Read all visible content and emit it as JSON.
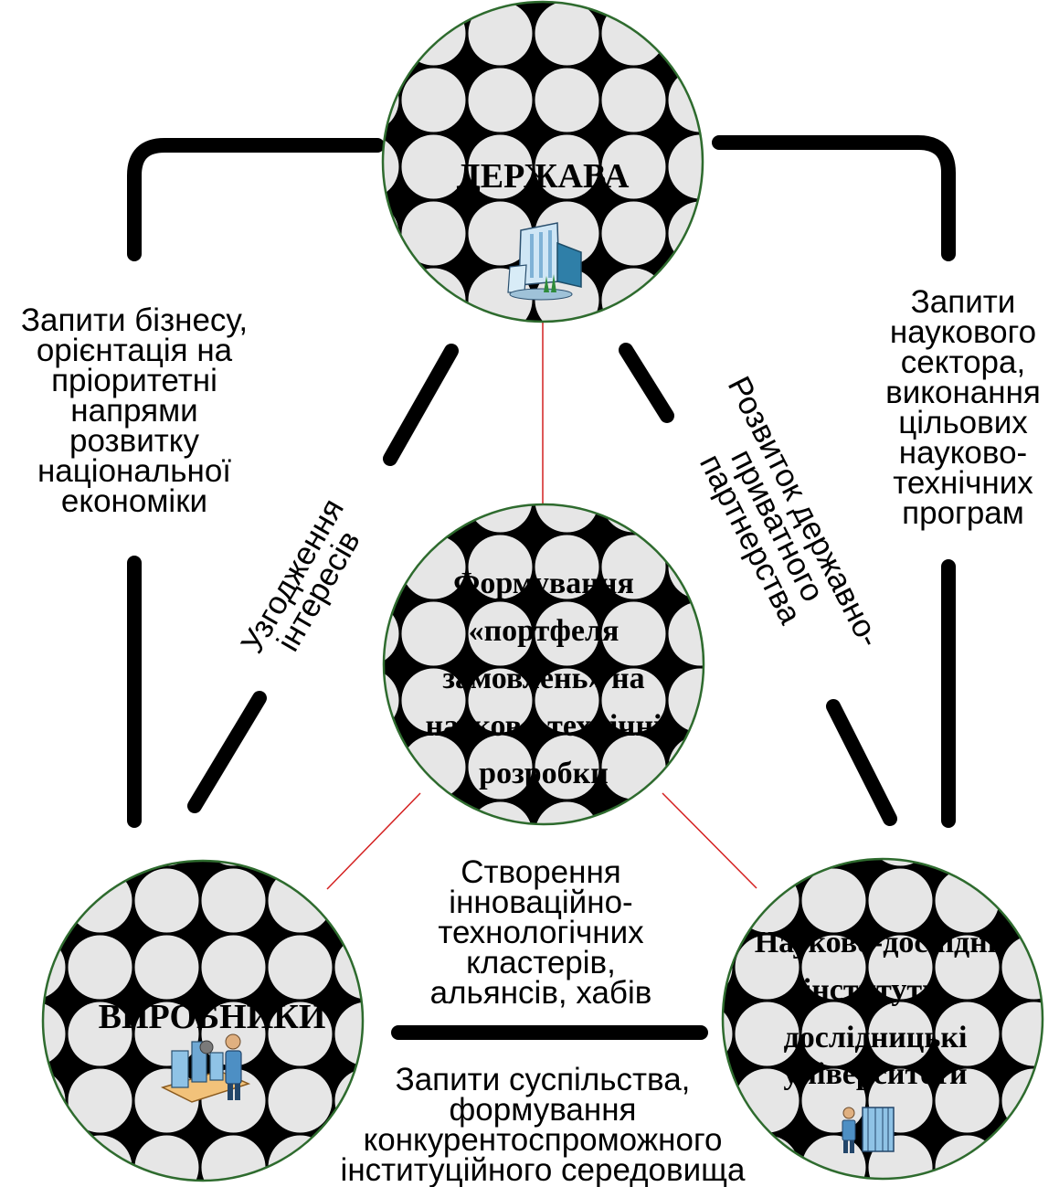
{
  "nodes": {
    "state": {
      "title": "ДЕРЖАВА",
      "icon": "government-building-icon"
    },
    "portfolio": {
      "title_lines": [
        "Формування",
        "«портфеля",
        "замовлень» на",
        "науково-технічні",
        "розробки"
      ]
    },
    "producers": {
      "title": "ВИРОБНИКИ",
      "icon": "factory-worker-icon"
    },
    "research": {
      "title_lines": [
        "Науково-дослідні",
        "інститути,",
        "дослідницькі",
        "університети"
      ],
      "icon": "server-operator-icon"
    }
  },
  "labels": {
    "left": [
      "Запити бізнесу,",
      "орієнтація на",
      "пріоритетні",
      "напрями",
      "розвитку",
      "національної",
      "економіки"
    ],
    "right": [
      "Запити",
      "наукового",
      "сектора,",
      "виконання",
      "цільових",
      "науково-",
      "технічних",
      "програм"
    ],
    "bottom_center": [
      "Створення",
      "інноваційно-",
      "технологічних",
      "кластерів,",
      "альянсів, хабів"
    ],
    "bottom": [
      "Запити суспільства,",
      "формування",
      "конкурентоспроможного",
      "інституційного середовища"
    ],
    "diag_left": [
      "Узгодження",
      "інтересів"
    ],
    "diag_right": [
      "Розвиток державно-",
      "приватного",
      "партнерства"
    ]
  },
  "colors": {
    "circle_border": "#2e6b2e",
    "pattern_diamond": "#000000",
    "pattern_circle": "#e6e6e6",
    "connector_red": "#d42020",
    "connector_black": "#000000"
  }
}
